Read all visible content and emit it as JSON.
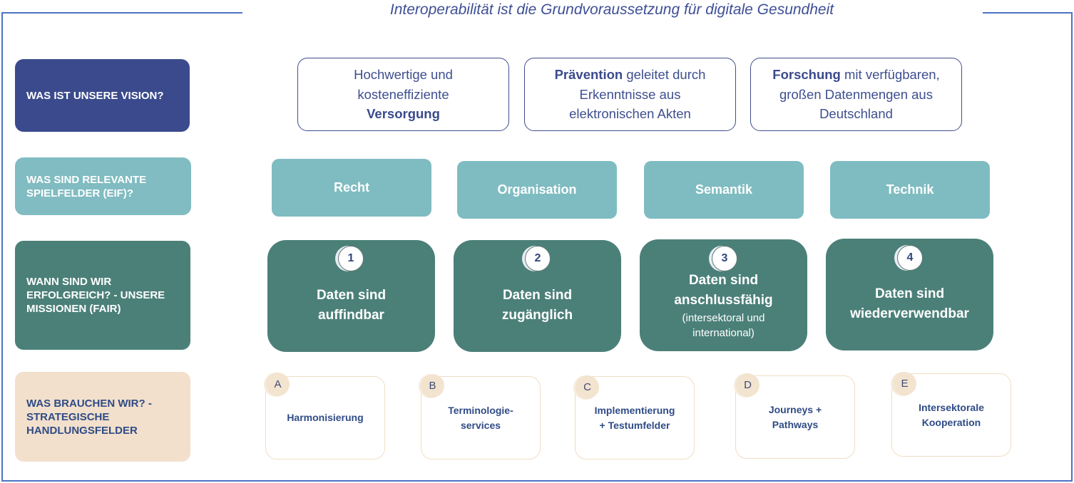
{
  "title": "Interoperabilität ist die Grundvoraussetzung für digitale Gesundheit",
  "rows": {
    "vision": {
      "label": "WAS IST UNSERE VISION?",
      "items": [
        {
          "line1": "Hochwertige und",
          "line2": "kosteneffiziente",
          "bold": "Versorgung"
        },
        {
          "bold": "Prävention",
          "rest": " geleitet durch",
          "line2": "Erkenntnisse aus",
          "line3": "elektronischen Akten"
        },
        {
          "bold": "Forschung",
          "rest": " mit verfügbaren,",
          "line2": "großen Datenmengen aus",
          "line3": "Deutschland"
        }
      ]
    },
    "fields": {
      "label": "WAS SIND RELEVANTE SPIELFELDER (EIF)?",
      "items": [
        "Recht",
        "Organisation",
        "Semantik",
        "Technik"
      ]
    },
    "missions": {
      "label": "WANN SIND WIR ERFOLGREICH? - UNSERE MISSIONEN (FAIR)",
      "items": [
        {
          "num": "1",
          "line1": "Daten sind",
          "line2": "auffindbar"
        },
        {
          "num": "2",
          "line1": "Daten sind",
          "line2": "zugänglich"
        },
        {
          "num": "3",
          "line1": "Daten sind",
          "line2": "anschlussfähig",
          "sub1": "(intersektoral und",
          "sub2": "international)"
        },
        {
          "num": "4",
          "line1": "Daten sind",
          "line2": "wiederverwendbar"
        }
      ]
    },
    "actions": {
      "label": "WAS BRAUCHEN WIR? - STRATEGISCHE HANDLUNGSFELDER",
      "items": [
        {
          "letter": "A",
          "line1": "Harmonisierung"
        },
        {
          "letter": "B",
          "line1": "Terminologie-",
          "line2": "services"
        },
        {
          "letter": "C",
          "line1": "Implementierung",
          "line2": "+ Testumfelder"
        },
        {
          "letter": "D",
          "line1": "Journeys +",
          "line2": "Pathways"
        },
        {
          "letter": "E",
          "line1": "Intersektorale",
          "line2": "Kooperation"
        }
      ]
    }
  },
  "colors": {
    "frame": "#4a73c4",
    "vision_label_bg": "#3a4a8c",
    "fields_label_bg": "#80bcc1",
    "missions_label_bg": "#4b8079",
    "actions_label_bg": "#f2e0cc",
    "field_box": "#7fbcc1",
    "mission_box": "#4b8079"
  }
}
